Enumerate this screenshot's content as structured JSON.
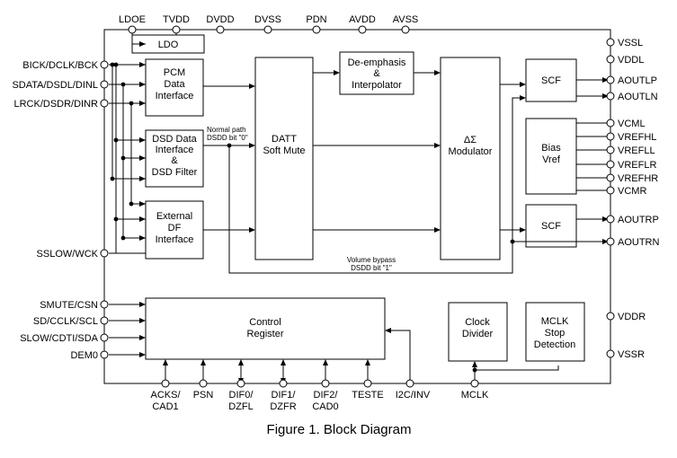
{
  "caption": "Figure 1. Block Diagram",
  "pins": {
    "top": {
      "ldoe": "LDOE",
      "tvdd": "TVDD",
      "dvdd": "DVDD",
      "dvss": "DVSS",
      "pdn": "PDN",
      "avdd": "AVDD",
      "avss": "AVSS"
    },
    "left": {
      "bick": "BICK/DCLK/BCK",
      "sdata": "SDATA/DSDL/DINL",
      "lrck": "LRCK/DSDR/DINR",
      "sslow": "SSLOW/WCK",
      "smute": "SMUTE/CSN",
      "sd": "SD/CCLK/SCL",
      "slow": "SLOW/CDTI/SDA",
      "dem0": "DEM0"
    },
    "right": {
      "vssl": "VSSL",
      "vddl": "VDDL",
      "aoutlp": "AOUTLP",
      "aoutln": "AOUTLN",
      "vcml": "VCML",
      "vrefhl": "VREFHL",
      "vrefll": "VREFLL",
      "vreflr": "VREFLR",
      "vrefhr": "VREFHR",
      "vcmr": "VCMR",
      "aoutrp": "AOUTRP",
      "aoutrn": "AOUTRN",
      "vddr": "VDDR",
      "vssr": "VSSR"
    },
    "bottom": {
      "acks_1": "ACKS/",
      "acks_2": "CAD1",
      "psn": "PSN",
      "dif0_1": "DIF0/",
      "dif0_2": "DZFL",
      "dif1_1": "DIF1/",
      "dif1_2": "DZFR",
      "dif2_1": "DIF2/",
      "dif2_2": "CAD0",
      "teste": "TESTE",
      "i2c": "I2C/INV",
      "mclk": "MCLK"
    }
  },
  "blocks": {
    "ldo": "LDO",
    "pcm": [
      "PCM",
      "Data",
      "Interface"
    ],
    "dsd": [
      "DSD Data",
      "Interface",
      "&",
      "DSD Filter"
    ],
    "extdf": [
      "External",
      "DF",
      "Interface"
    ],
    "datt": [
      "DATT",
      "Soft Mute"
    ],
    "deemph": [
      "De-emphasis",
      "&",
      "Interpolator"
    ],
    "mod": [
      "ΔΣ",
      "Modulator"
    ],
    "scf_l": "SCF",
    "bias": [
      "Bias",
      "Vref"
    ],
    "scf_r": "SCF",
    "ctrl": [
      "Control",
      "Register"
    ],
    "clkdiv": [
      "Clock",
      "Divider"
    ],
    "mclkstop": [
      "MCLK",
      "Stop",
      "Detection"
    ]
  },
  "notes": {
    "normal_path": [
      "Normal path",
      "DSDD bit \"0\""
    ],
    "volume_bypass": [
      "Volume bypass",
      "DSDD bit \"1\""
    ]
  }
}
